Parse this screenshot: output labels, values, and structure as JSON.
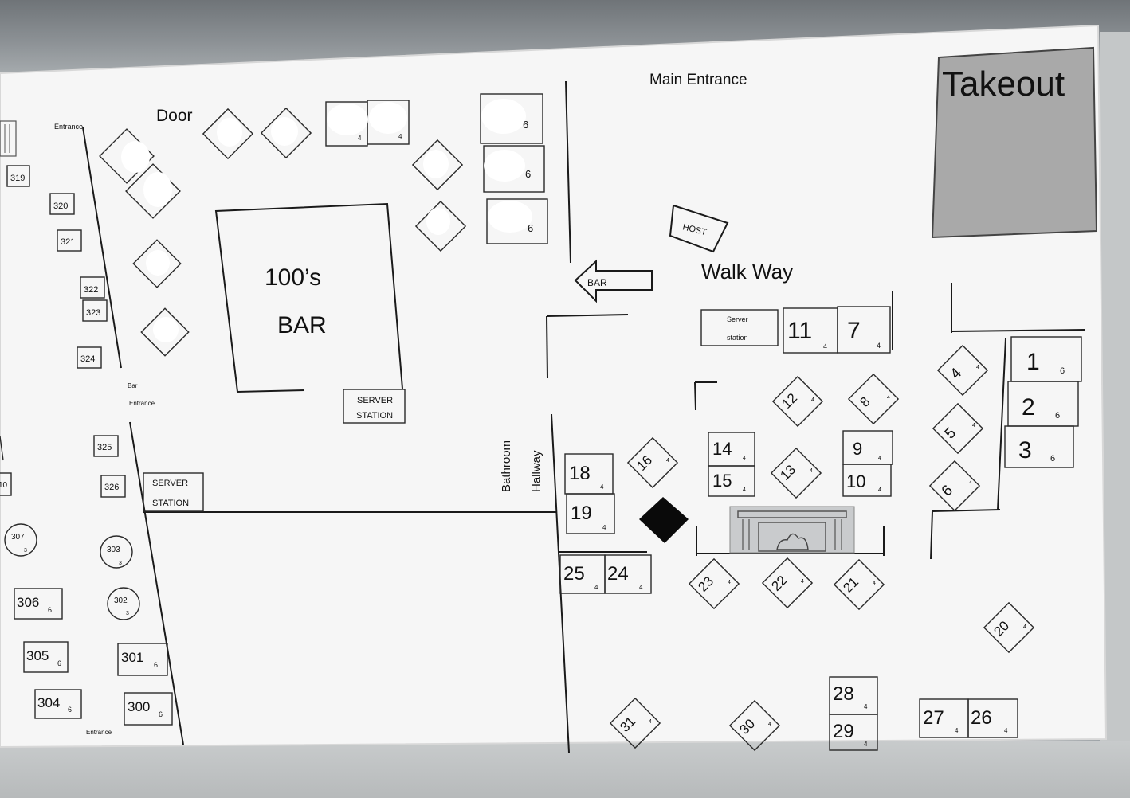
{
  "labels": {
    "main_entrance": "Main Entrance",
    "takeout": "Takeout",
    "door": "Door",
    "entrance_top": "Entrance",
    "entrance_bar_1": "Bar",
    "entrance_bar_2": "Entrance",
    "entrance_bottom": "Entrance",
    "bar_name_1": "100’s",
    "bar_name_2": "BAR",
    "server_station_a_1": "SERVER",
    "server_station_a_2": "STATION",
    "server_station_b_1": "SERVER",
    "server_station_b_2": "STATION",
    "server_station_c_1": "Server",
    "server_station_c_2": "station",
    "host": "HOST",
    "walk_way": "Walk Way",
    "bar_arrow": "BAR",
    "bathroom": "Bathroom",
    "hallway": "Hallway"
  },
  "colors": {
    "paper": "#f7f7f7",
    "takeout_fill": "#a9a9a9",
    "ink": "#1a1a1a",
    "table_blocked": "#ffffff",
    "pillar": "#0a0a0a"
  },
  "tables": {
    "t319": {
      "num": "319"
    },
    "t320": {
      "num": "320"
    },
    "t321": {
      "num": "321"
    },
    "t322": {
      "num": "322"
    },
    "t323": {
      "num": "323"
    },
    "t324": {
      "num": "324"
    },
    "t325": {
      "num": "325"
    },
    "t326": {
      "num": "326"
    },
    "t307": {
      "num": "307",
      "seats": "3"
    },
    "t303": {
      "num": "303",
      "seats": "3"
    },
    "t302": {
      "num": "302",
      "seats": "3"
    },
    "t306": {
      "num": "306",
      "seats": "6"
    },
    "t305": {
      "num": "305",
      "seats": "6"
    },
    "t304": {
      "num": "304",
      "seats": "6"
    },
    "t301": {
      "num": "301",
      "seats": "6"
    },
    "t300": {
      "num": "300",
      "seats": "6"
    },
    "t310": {
      "num": "10"
    },
    "t1": {
      "num": "1",
      "seats": "6"
    },
    "t2": {
      "num": "2",
      "seats": "6"
    },
    "t3": {
      "num": "3",
      "seats": "6"
    },
    "t4": {
      "num": "4",
      "seats": "4"
    },
    "t5": {
      "num": "5",
      "seats": "4"
    },
    "t6": {
      "num": "6",
      "seats": "4"
    },
    "t7": {
      "num": "7",
      "seats": "4"
    },
    "t8": {
      "num": "8",
      "seats": "4"
    },
    "t9": {
      "num": "9",
      "seats": "4"
    },
    "t10": {
      "num": "10",
      "seats": "4"
    },
    "t11": {
      "num": "11",
      "seats": "4"
    },
    "t12": {
      "num": "12",
      "seats": "4"
    },
    "t13": {
      "num": "13",
      "seats": "4"
    },
    "t14": {
      "num": "14",
      "seats": "4"
    },
    "t15": {
      "num": "15",
      "seats": "4"
    },
    "t16": {
      "num": "16",
      "seats": "4"
    },
    "t18": {
      "num": "18",
      "seats": "4"
    },
    "t19": {
      "num": "19",
      "seats": "4"
    },
    "t20": {
      "num": "20",
      "seats": "4"
    },
    "t21": {
      "num": "21",
      "seats": "4"
    },
    "t22": {
      "num": "22",
      "seats": "4"
    },
    "t23": {
      "num": "23",
      "seats": "4"
    },
    "t24": {
      "num": "24",
      "seats": "4"
    },
    "t25": {
      "num": "25",
      "seats": "4"
    },
    "t26": {
      "num": "26",
      "seats": "4"
    },
    "t27": {
      "num": "27",
      "seats": "4"
    },
    "t28": {
      "num": "28",
      "seats": "4"
    },
    "t29": {
      "num": "29",
      "seats": "4"
    },
    "t30": {
      "num": "30",
      "seats": "4"
    },
    "t31": {
      "num": "31",
      "seats": "4"
    }
  },
  "blocked_seats": {
    "s6": "6",
    "s4": "4"
  }
}
